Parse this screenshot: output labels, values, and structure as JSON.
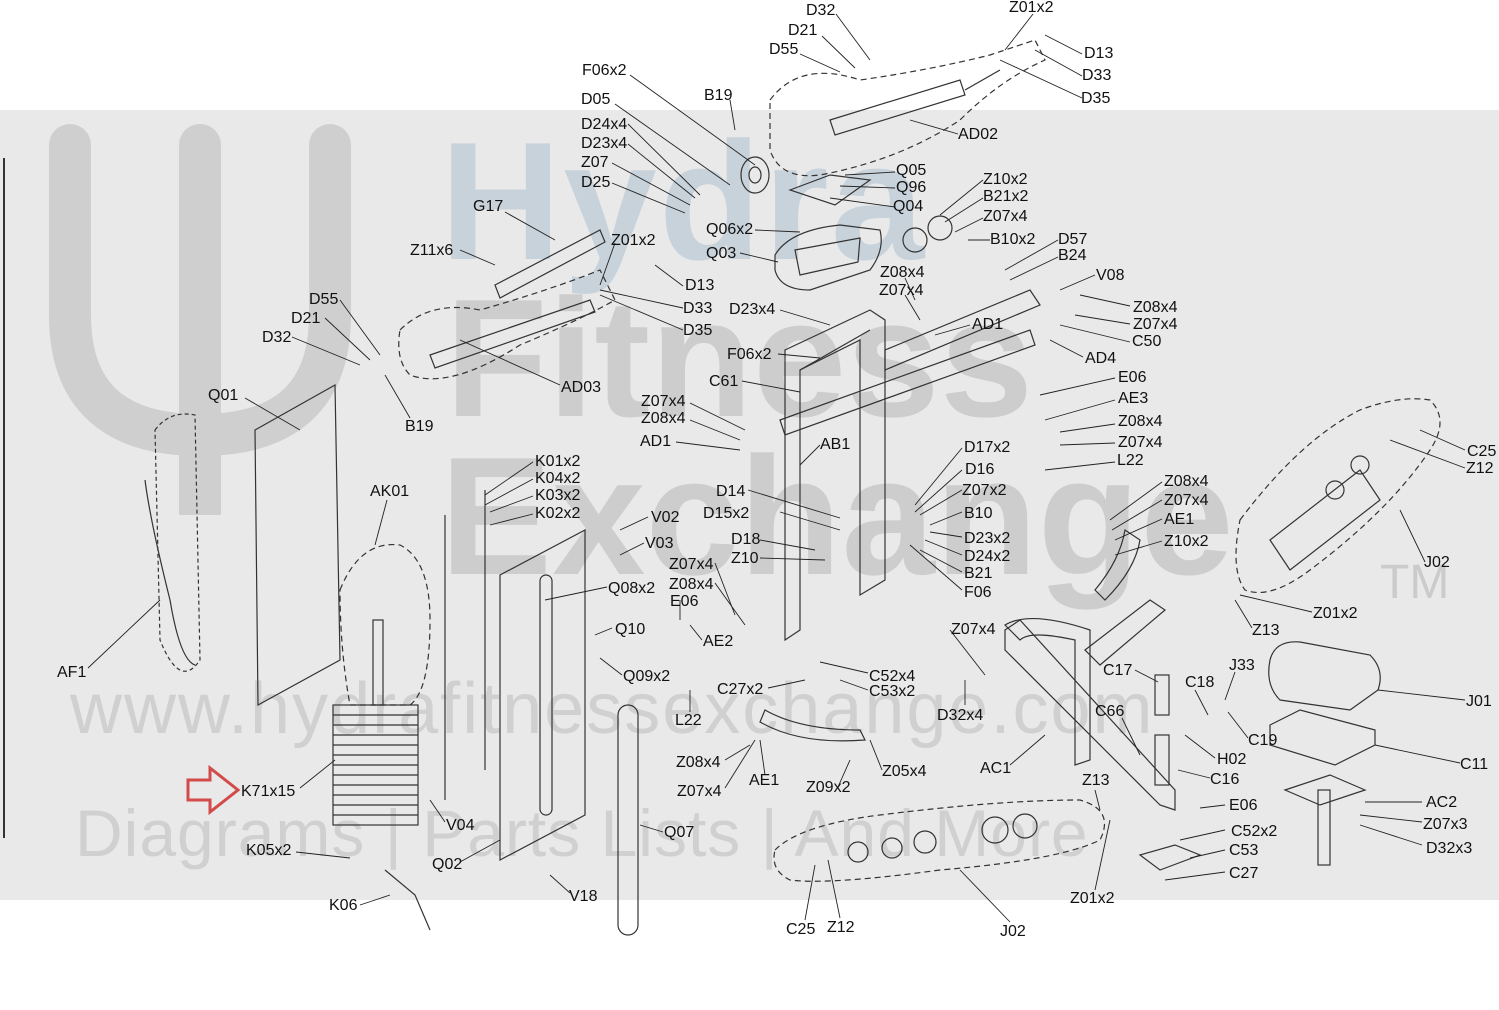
{
  "watermark": {
    "brand_line1": "Hydra",
    "brand_line2": "Fitness",
    "brand_line3": "Exchange",
    "trademark": "TM",
    "url": "www.hydrafitnessexchange.com",
    "tagline": "Diagrams | Parts Lists | And More"
  },
  "colors": {
    "band": "#e9e9e9",
    "arrow": "#d24a4a",
    "lines": "#222222"
  },
  "highlight_icon": "arrow-right-icon",
  "labels": [
    {
      "id": "d32-top",
      "text": "D32"
    },
    {
      "id": "z01x2-top",
      "text": "Z01x2"
    },
    {
      "id": "d21-top",
      "text": "D21"
    },
    {
      "id": "d55-top",
      "text": "D55"
    },
    {
      "id": "d13-top",
      "text": "D13"
    },
    {
      "id": "f06x2-top",
      "text": "F06x2"
    },
    {
      "id": "d33-top",
      "text": "D33"
    },
    {
      "id": "b19-top",
      "text": "B19"
    },
    {
      "id": "d35-top",
      "text": "D35"
    },
    {
      "id": "d05",
      "text": "D05"
    },
    {
      "id": "ad02",
      "text": "AD02"
    },
    {
      "id": "d24x4",
      "text": "D24x4"
    },
    {
      "id": "d23x4",
      "text": "D23x4"
    },
    {
      "id": "q05",
      "text": "Q05"
    },
    {
      "id": "z07",
      "text": "Z07"
    },
    {
      "id": "q96",
      "text": "Q96"
    },
    {
      "id": "z10x2",
      "text": "Z10x2"
    },
    {
      "id": "d25",
      "text": "D25"
    },
    {
      "id": "b21x2",
      "text": "B21x2"
    },
    {
      "id": "q04",
      "text": "Q04"
    },
    {
      "id": "g17",
      "text": "G17"
    },
    {
      "id": "z07x4-a",
      "text": "Z07x4"
    },
    {
      "id": "q06x2",
      "text": "Q06x2"
    },
    {
      "id": "z01x2-mid",
      "text": "Z01x2"
    },
    {
      "id": "b10x2",
      "text": "B10x2"
    },
    {
      "id": "z11x6",
      "text": "Z11x6"
    },
    {
      "id": "d57",
      "text": "D57"
    },
    {
      "id": "q03",
      "text": "Q03"
    },
    {
      "id": "b24",
      "text": "B24"
    },
    {
      "id": "z08x4-a",
      "text": "Z08x4"
    },
    {
      "id": "v08",
      "text": "V08"
    },
    {
      "id": "d13-mid",
      "text": "D13"
    },
    {
      "id": "z07x4-b",
      "text": "Z07x4"
    },
    {
      "id": "d55-mid",
      "text": "D55"
    },
    {
      "id": "z08x4-b",
      "text": "Z08x4"
    },
    {
      "id": "d33-mid",
      "text": "D33"
    },
    {
      "id": "d23x4-mid",
      "text": "D23x4"
    },
    {
      "id": "d21-mid",
      "text": "D21"
    },
    {
      "id": "ad1-top",
      "text": "AD1"
    },
    {
      "id": "z07x4-c",
      "text": "Z07x4"
    },
    {
      "id": "d35-mid",
      "text": "D35"
    },
    {
      "id": "d32-mid",
      "text": "D32"
    },
    {
      "id": "c50",
      "text": "C50"
    },
    {
      "id": "f06x2-mid",
      "text": "F06x2"
    },
    {
      "id": "ad4",
      "text": "AD4"
    },
    {
      "id": "ad03",
      "text": "AD03"
    },
    {
      "id": "e06-a",
      "text": "E06"
    },
    {
      "id": "c61",
      "text": "C61"
    },
    {
      "id": "q01",
      "text": "Q01"
    },
    {
      "id": "ae3",
      "text": "AE3"
    },
    {
      "id": "z07x4-d",
      "text": "Z07x4"
    },
    {
      "id": "b19-mid",
      "text": "B19"
    },
    {
      "id": "z08x4-c",
      "text": "Z08x4"
    },
    {
      "id": "z08x4-d",
      "text": "Z08x4"
    },
    {
      "id": "c25-right",
      "text": "C25"
    },
    {
      "id": "ad1-mid",
      "text": "AD1"
    },
    {
      "id": "ab1",
      "text": "AB1"
    },
    {
      "id": "z07x4-e",
      "text": "Z07x4"
    },
    {
      "id": "d17x2",
      "text": "D17x2"
    },
    {
      "id": "z12-right",
      "text": "Z12"
    },
    {
      "id": "l22-a",
      "text": "L22"
    },
    {
      "id": "k01x2",
      "text": "K01x2"
    },
    {
      "id": "d16",
      "text": "D16"
    },
    {
      "id": "k04x2",
      "text": "K04x2"
    },
    {
      "id": "z08x4-e",
      "text": "Z08x4"
    },
    {
      "id": "ak01",
      "text": "AK01"
    },
    {
      "id": "k03x2",
      "text": "K03x2"
    },
    {
      "id": "d14",
      "text": "D14"
    },
    {
      "id": "z07x2",
      "text": "Z07x2"
    },
    {
      "id": "z07x4-f",
      "text": "Z07x4"
    },
    {
      "id": "k02x2",
      "text": "K02x2"
    },
    {
      "id": "d15x2",
      "text": "D15x2"
    },
    {
      "id": "b10",
      "text": "B10"
    },
    {
      "id": "ae1-right",
      "text": "AE1"
    },
    {
      "id": "v02",
      "text": "V02"
    },
    {
      "id": "d23x2",
      "text": "D23x2"
    },
    {
      "id": "d18",
      "text": "D18"
    },
    {
      "id": "z10x2-b",
      "text": "Z10x2"
    },
    {
      "id": "v03",
      "text": "V03"
    },
    {
      "id": "d24x2",
      "text": "D24x2"
    },
    {
      "id": "z07x4-g",
      "text": "Z07x4"
    },
    {
      "id": "z10",
      "text": "Z10"
    },
    {
      "id": "b21",
      "text": "B21"
    },
    {
      "id": "j02-right",
      "text": "J02"
    },
    {
      "id": "q08x2",
      "text": "Q08x2"
    },
    {
      "id": "z08x4-f",
      "text": "Z08x4"
    },
    {
      "id": "f06",
      "text": "F06"
    },
    {
      "id": "e06-b",
      "text": "E06"
    },
    {
      "id": "z01x2-right",
      "text": "Z01x2"
    },
    {
      "id": "q10",
      "text": "Q10"
    },
    {
      "id": "z07x4-h",
      "text": "Z07x4"
    },
    {
      "id": "z13-right",
      "text": "Z13"
    },
    {
      "id": "af1",
      "text": "AF1"
    },
    {
      "id": "ae2",
      "text": "AE2"
    },
    {
      "id": "c52x4",
      "text": "C52x4"
    },
    {
      "id": "q09x2",
      "text": "Q09x2"
    },
    {
      "id": "c17",
      "text": "C17"
    },
    {
      "id": "j33",
      "text": "J33"
    },
    {
      "id": "c27x2",
      "text": "C27x2"
    },
    {
      "id": "c53x2",
      "text": "C53x2"
    },
    {
      "id": "c18",
      "text": "C18"
    },
    {
      "id": "j01",
      "text": "J01"
    },
    {
      "id": "d32x4",
      "text": "D32x4"
    },
    {
      "id": "l22-b",
      "text": "L22"
    },
    {
      "id": "c66",
      "text": "C66"
    },
    {
      "id": "c19",
      "text": "C19"
    },
    {
      "id": "z08x4-g",
      "text": "Z08x4"
    },
    {
      "id": "h02",
      "text": "H02"
    },
    {
      "id": "c11",
      "text": "C11"
    },
    {
      "id": "ac1",
      "text": "AC1"
    },
    {
      "id": "z05x4",
      "text": "Z05x4"
    },
    {
      "id": "ae1-bottom",
      "text": "AE1"
    },
    {
      "id": "c16",
      "text": "C16"
    },
    {
      "id": "k71x15",
      "text": "K71x15"
    },
    {
      "id": "z07x4-i",
      "text": "Z07x4"
    },
    {
      "id": "z09x2",
      "text": "Z09x2"
    },
    {
      "id": "z13-bottom",
      "text": "Z13"
    },
    {
      "id": "ac2",
      "text": "AC2"
    },
    {
      "id": "e06-c",
      "text": "E06"
    },
    {
      "id": "v04",
      "text": "V04"
    },
    {
      "id": "z07x3",
      "text": "Z07x3"
    },
    {
      "id": "q07",
      "text": "Q07"
    },
    {
      "id": "c52x2",
      "text": "C52x2"
    },
    {
      "id": "k05x2",
      "text": "K05x2"
    },
    {
      "id": "d32x3",
      "text": "D32x3"
    },
    {
      "id": "c53",
      "text": "C53"
    },
    {
      "id": "q02",
      "text": "Q02"
    },
    {
      "id": "c27",
      "text": "C27"
    },
    {
      "id": "v18",
      "text": "V18"
    },
    {
      "id": "z01x2-bottom",
      "text": "Z01x2"
    },
    {
      "id": "k06",
      "text": "K06"
    },
    {
      "id": "c25-bottom",
      "text": "C25"
    },
    {
      "id": "z12-bottom",
      "text": "Z12"
    },
    {
      "id": "j02-bottom",
      "text": "J02"
    }
  ]
}
